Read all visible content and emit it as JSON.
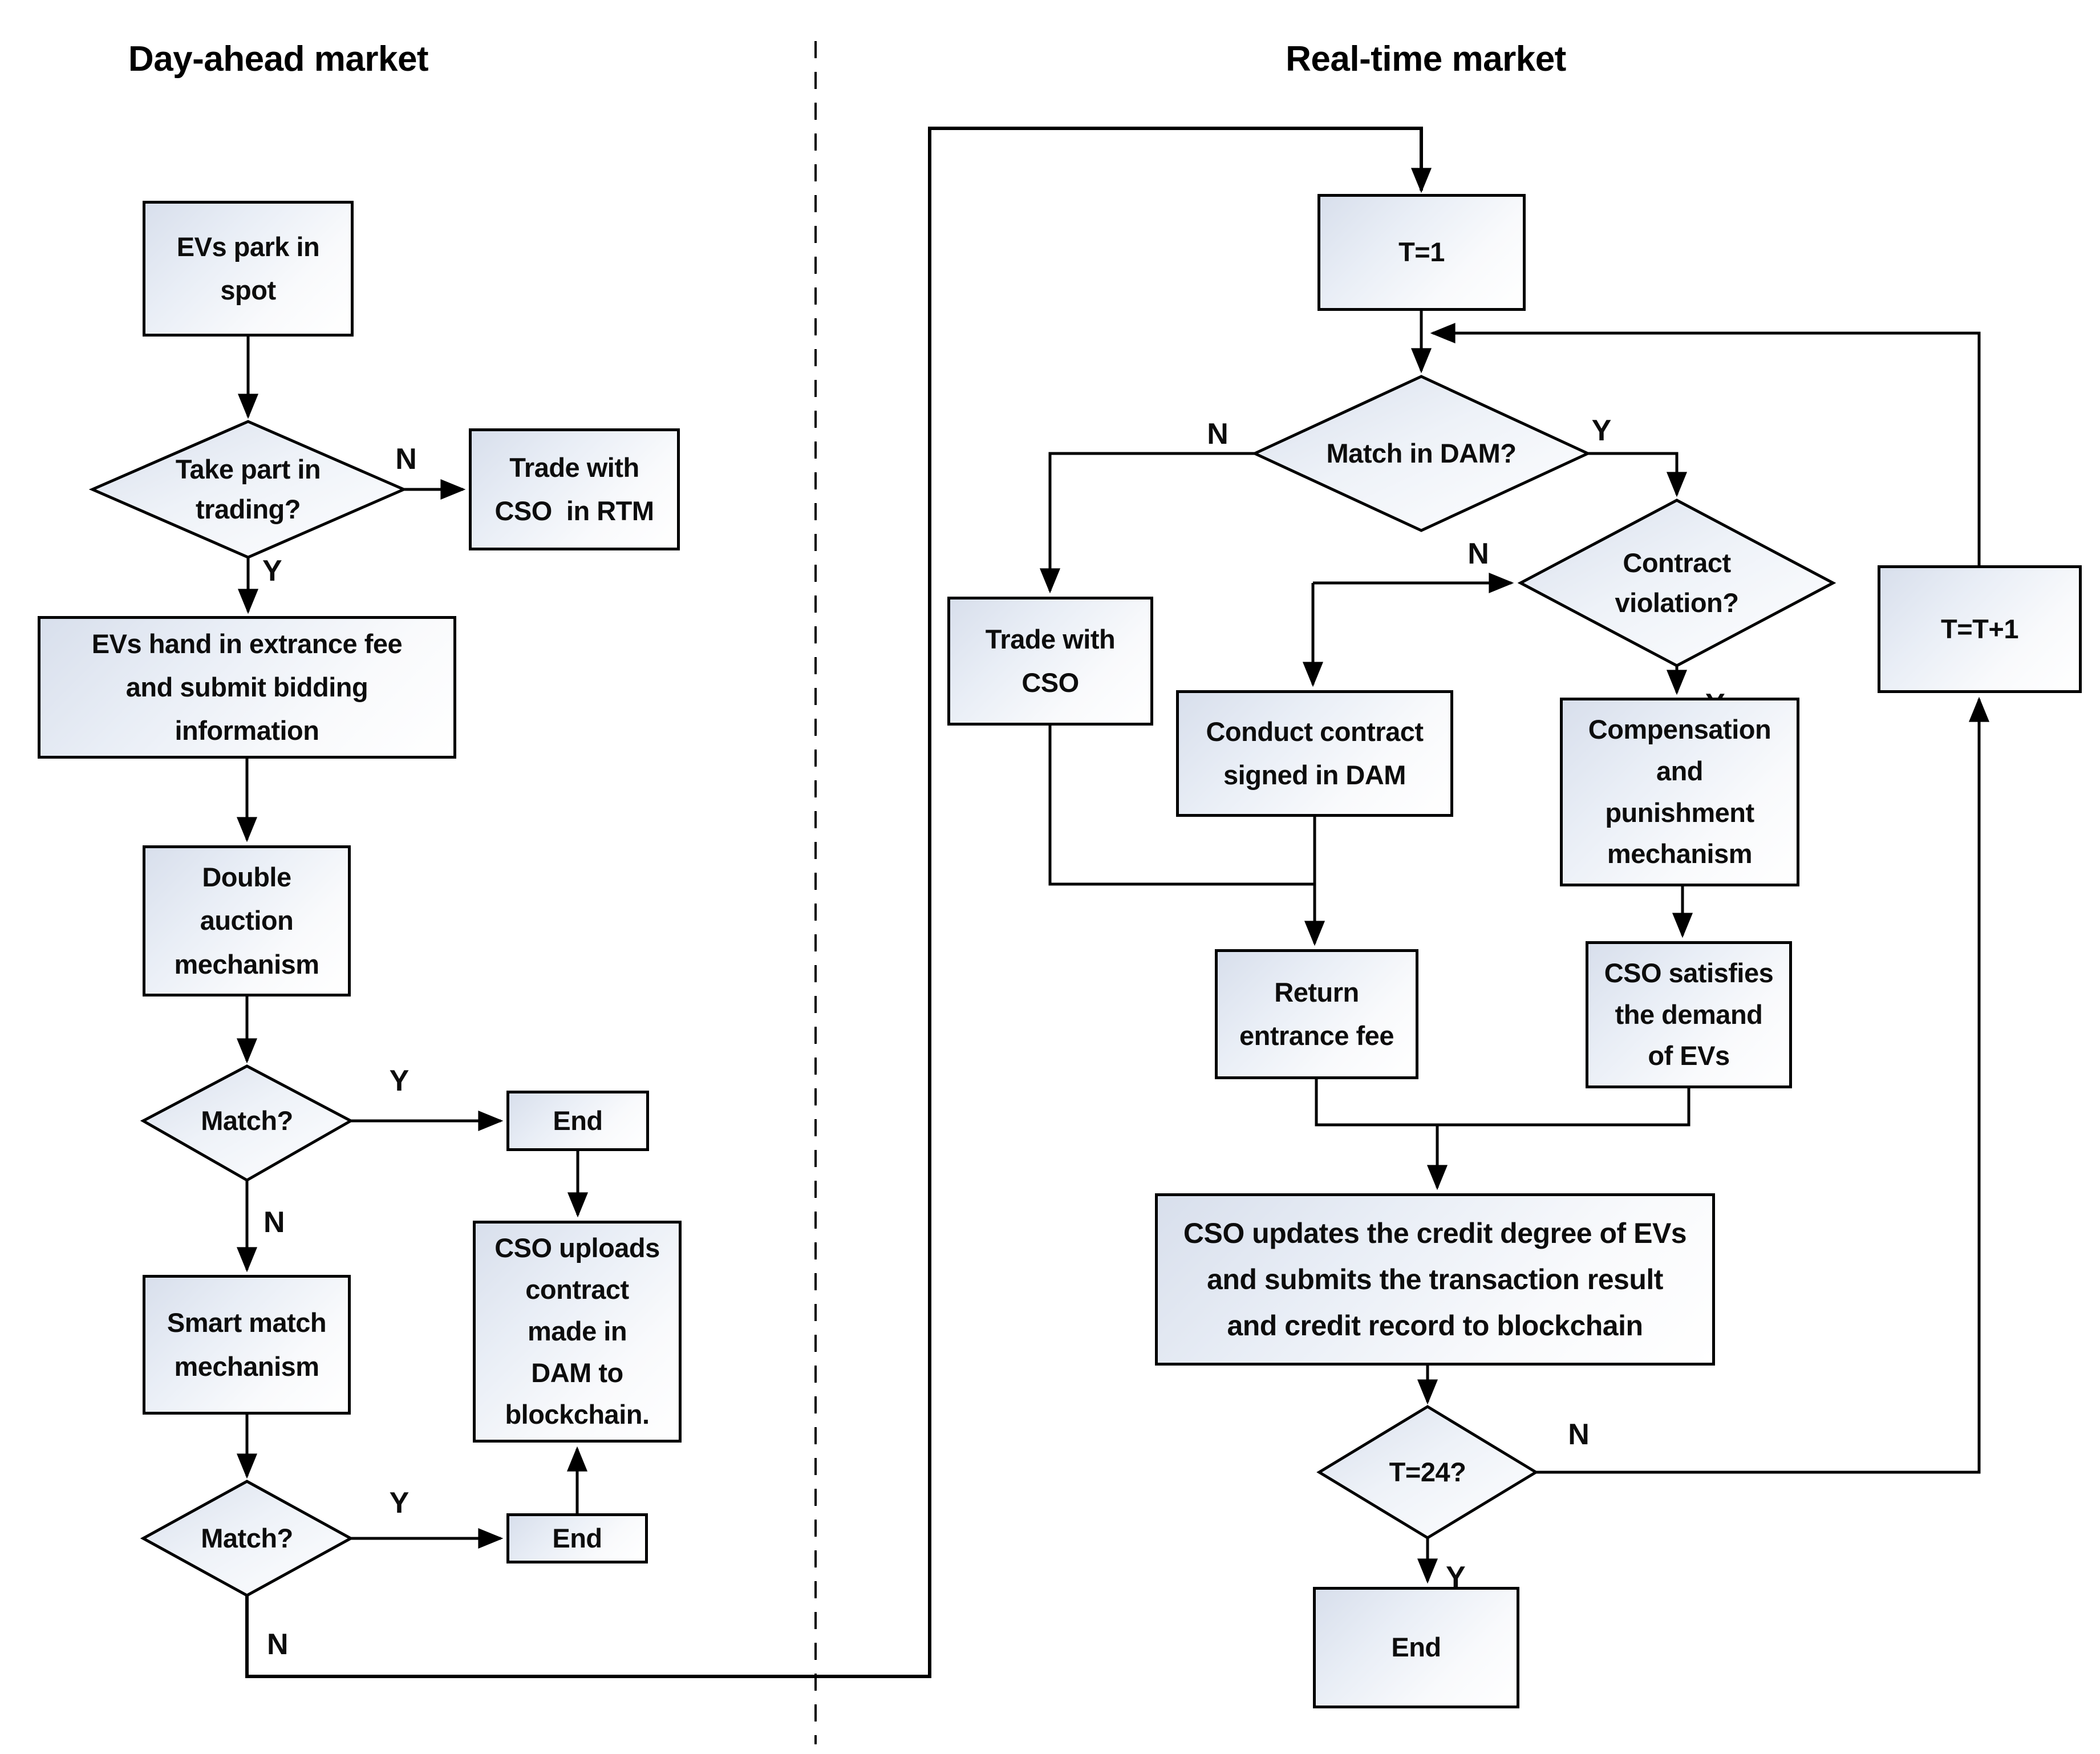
{
  "titles": {
    "left": "Day-ahead market",
    "right": "Real-time market"
  },
  "labels": {
    "yes": "Y",
    "no": "N"
  },
  "dam": {
    "evs_park": "EVs park in\nspot",
    "take_part": "Take part in\ntrading?",
    "trade_cso_rtm": "Trade with\nCSO  in RTM",
    "hand_in_fee": "EVs hand in extrance fee\nand submit bidding\ninformation",
    "double_auction": "Double\nauction\nmechanism",
    "match1": "Match?",
    "end1": "End",
    "cso_uploads": "CSO uploads\ncontract\nmade in\nDAM to\nblockchain.",
    "smart_match": "Smart match\nmechanism",
    "match2": "Match?",
    "end2": "End"
  },
  "rtm": {
    "t1": "T=1",
    "match_in_dam": "Match in DAM?",
    "trade_cso": "Trade with\nCSO",
    "contract_violation": "Contract\nviolation?",
    "conduct_contract": "Conduct contract\nsigned in DAM",
    "compensation": "Compensation\nand\npunishment\nmechanism",
    "return_fee": "Return\nentrance fee",
    "cso_satisfies": "CSO satisfies\nthe demand\nof EVs",
    "cso_updates": "CSO updates the credit degree of EVs\nand submits the transaction result\nand credit record to blockchain",
    "t24": "T=24?",
    "t_plus_1": "T=T+1",
    "end3": "End"
  },
  "colors": {
    "shape_fill_start": "#d8dfec",
    "shape_fill_end": "#ffffff",
    "stroke": "#000000",
    "text": "#0d0d0d"
  }
}
